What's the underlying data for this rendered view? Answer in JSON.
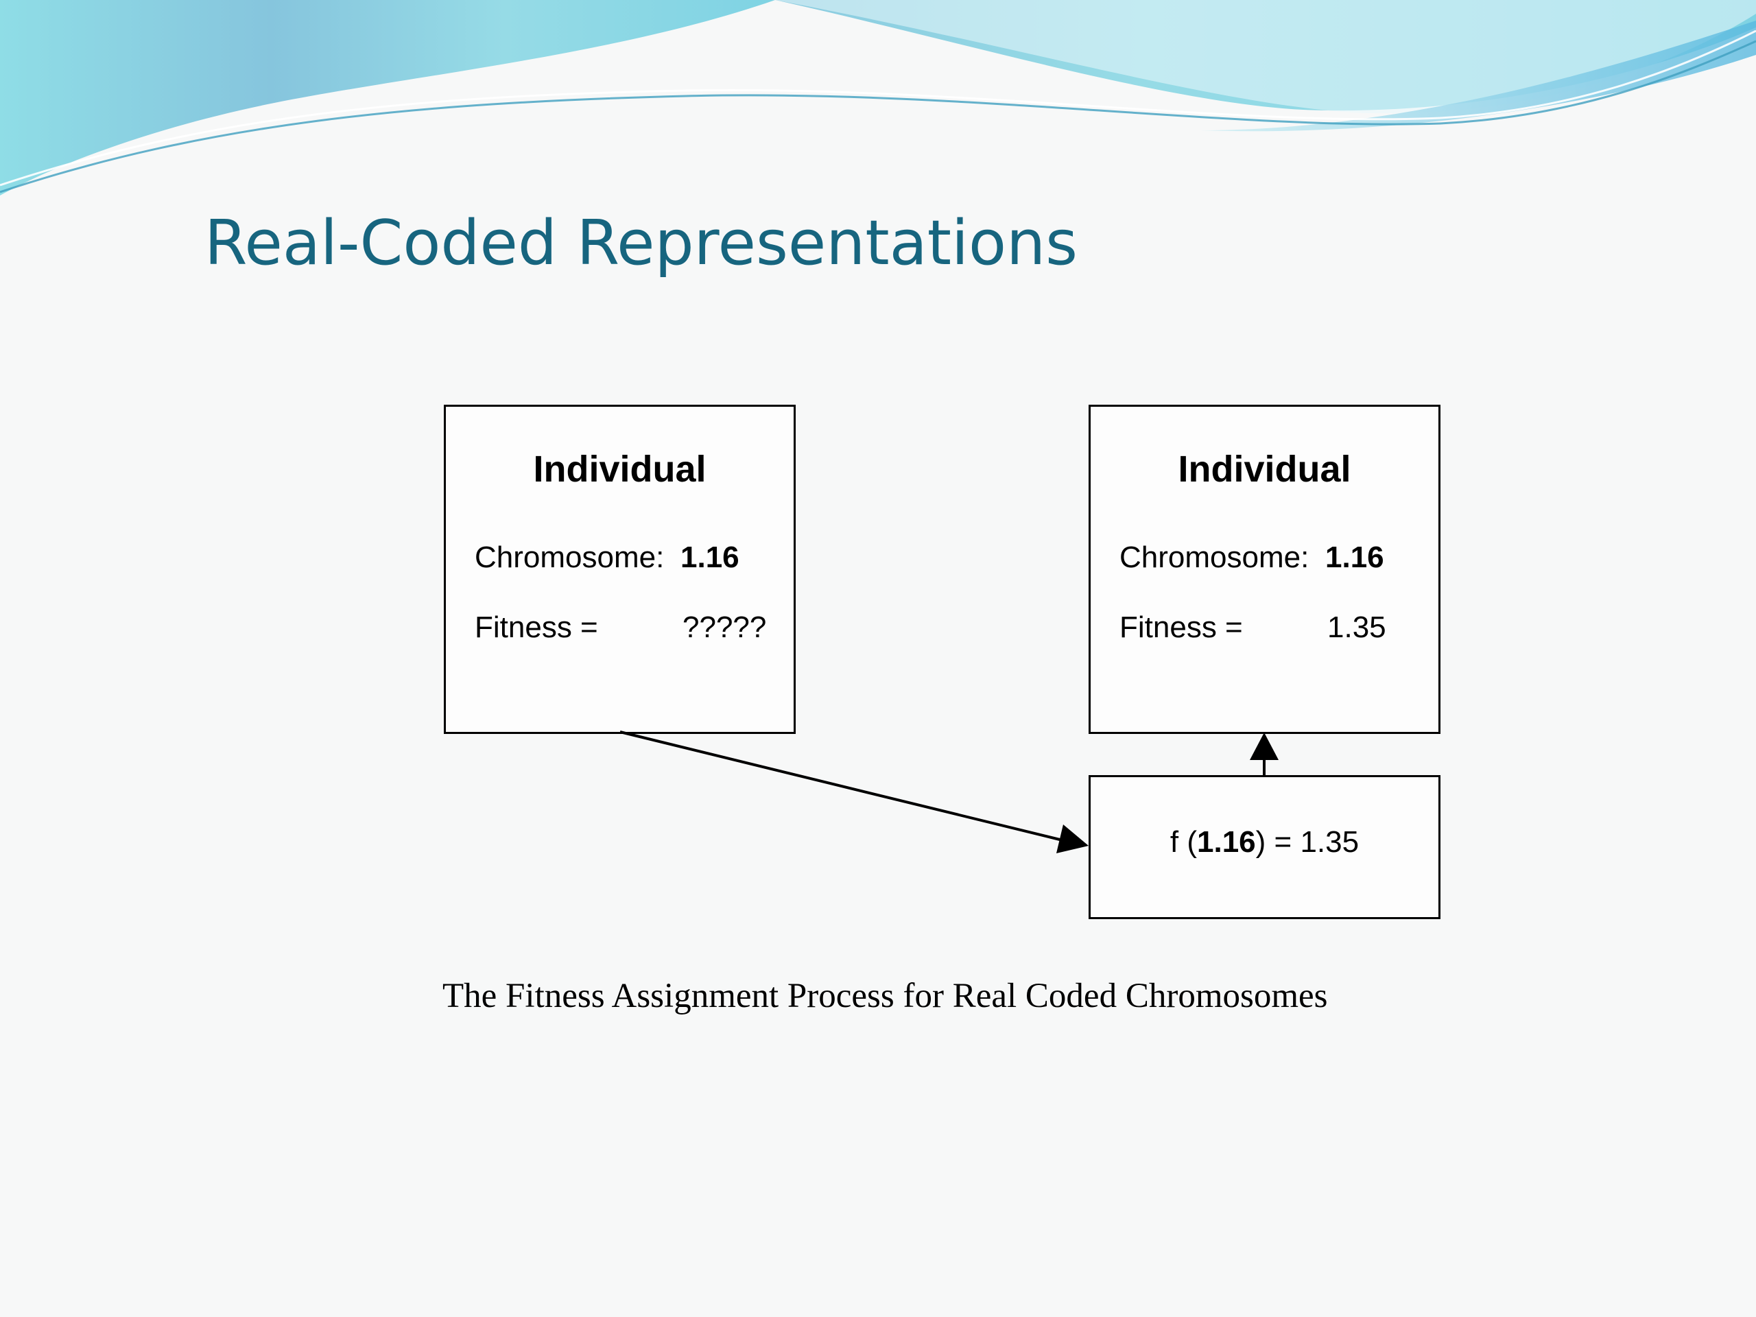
{
  "slide": {
    "title": "Real-Coded Representations"
  },
  "diagram": {
    "left_individual": {
      "heading": "Individual",
      "chromosome_label": "Chromosome:",
      "chromosome_value": "1.16",
      "fitness_label": "Fitness =",
      "fitness_value": "?????"
    },
    "right_individual": {
      "heading": "Individual",
      "chromosome_label": "Chromosome:",
      "chromosome_value": "1.16",
      "fitness_label": "Fitness =",
      "fitness_value": "1.35"
    },
    "fitness_function": {
      "prefix": "f (",
      "argument": "1.16",
      "suffix": ") = 1.35"
    },
    "caption": "The Fitness Assignment Process for Real Coded Chromosomes"
  },
  "theme": {
    "title_color": "#17657f",
    "wave_colors": [
      "#7cc6e0",
      "#8fdde6",
      "#c9eef3",
      "#3aa6d6"
    ]
  }
}
